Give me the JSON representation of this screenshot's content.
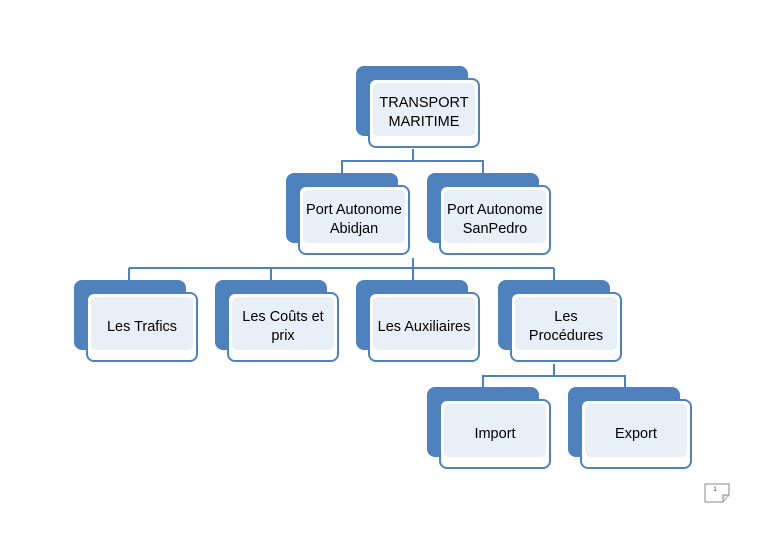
{
  "nodes": {
    "root": "TRANSPORT MARITIME",
    "port_abidjan": "Port Autonome Abidjan",
    "port_sanpedro": "Port Autonome SanPedro",
    "trafics": "Les Trafics",
    "couts": "Les Coûts et prix",
    "auxiliaires": "Les Auxiliaires",
    "procedures": "Les Procédures",
    "import": "Import",
    "export": "Export"
  },
  "page_number": "1",
  "colors": {
    "accent": "#4f81bd",
    "box_fill": "#ffffff",
    "box_inner": "#e9eff7"
  }
}
